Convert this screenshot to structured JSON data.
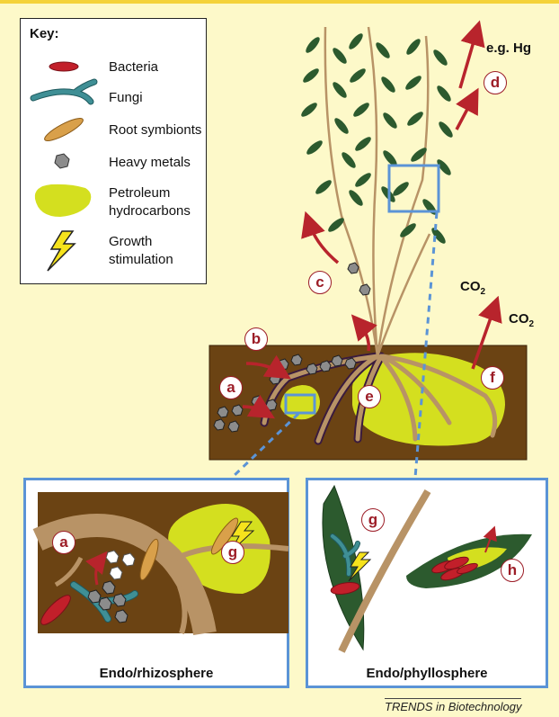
{
  "key": {
    "title": "Key:",
    "items": [
      {
        "label": "Bacteria",
        "icon": "bacteria-icon"
      },
      {
        "label": "Fungi",
        "icon": "fungi-icon"
      },
      {
        "label": "Root symbionts",
        "icon": "root-symbiont-icon"
      },
      {
        "label": "Heavy metals",
        "icon": "heavy-metal-icon"
      },
      {
        "label_lines": [
          "Petroleum",
          "hydrocarbons"
        ],
        "icon": "hydrocarbon-icon"
      },
      {
        "label_lines": [
          "Growth",
          "stimulation"
        ],
        "icon": "lightning-icon"
      }
    ]
  },
  "labels": {
    "hg": "e.g. Hg",
    "co2": "CO",
    "co2_sub": "2"
  },
  "step_markers": {
    "a": "a",
    "b": "b",
    "c": "c",
    "d": "d",
    "e": "e",
    "f": "f",
    "g": "g",
    "h": "h"
  },
  "panels": {
    "left_title": "Endo/rhizosphere",
    "right_title": "Endo/phyllosphere"
  },
  "footer": "TRENDS in Biotechnology",
  "colors": {
    "background": "#fdf9c9",
    "leaf": "#2c5a2e",
    "stem": "#b89366",
    "soil": "#6b4313",
    "hydrocarbon": "#d4df1f",
    "bacteria": "#c21f2a",
    "fungi": "#3f8f95",
    "symbiont": "#d9a04a",
    "metal": "#8c8c8c",
    "arrow": "#b8242c",
    "panel_border": "#5b94d6"
  }
}
